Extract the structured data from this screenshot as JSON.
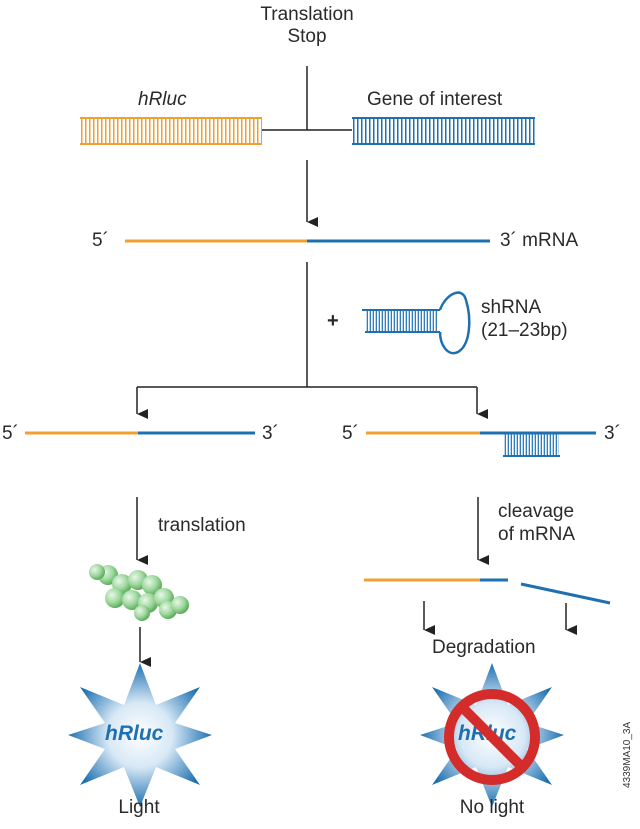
{
  "labels": {
    "translation_stop_line1": "Translation",
    "translation_stop_line2": "Stop",
    "hrluc_gene": "hRluc",
    "gene_of_interest": "Gene of interest",
    "five_prime": "5´",
    "three_prime_mrna": "3´  mRNA",
    "plus": "+",
    "shrna_line1": "shRNA",
    "shrna_line2": "(21–23bp)",
    "left_five_prime": "5´",
    "left_three_prime": "3´",
    "right_five_prime": "5´",
    "right_three_prime": "3´",
    "translation": "translation",
    "cleavage_line1": "cleavage",
    "cleavage_line2": "of mRNA",
    "degradation": "Degradation",
    "hrluc_burst_left": "hRluc",
    "hrluc_burst_right": "hRluc",
    "light": "Light",
    "no_light": "No light",
    "figure_code": "4339MA10_3A"
  },
  "colors": {
    "hrluc_orange": "#F0A030",
    "gene_blue": "#1E70B0",
    "arrow_black": "#222222",
    "protein_green": "#8FD08F",
    "no_symbol_red": "#D42B2B",
    "burst_blue": "#1E70B0"
  },
  "icons": {
    "protein": "protein-cluster-icon",
    "light_burst": "light-burst-icon",
    "no_symbol": "prohibited-icon"
  }
}
